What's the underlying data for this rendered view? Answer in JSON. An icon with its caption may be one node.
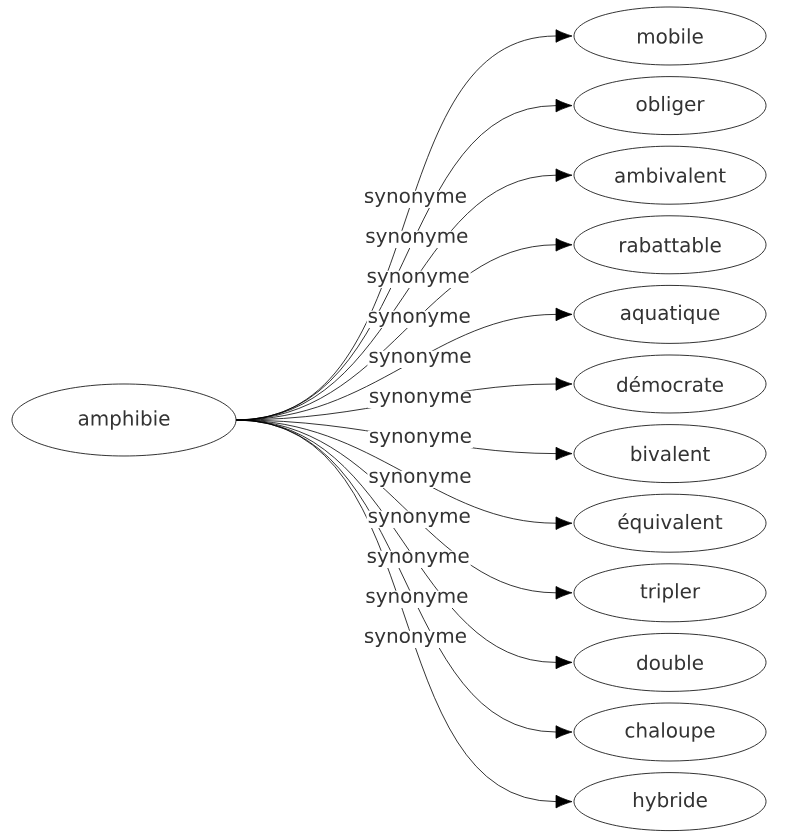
{
  "diagram": {
    "nodes": [
      {
        "text": [
          "amphibie"
        ]
      },
      {
        "text": [
          "mobile"
        ]
      },
      {
        "text": [
          "obliger"
        ]
      },
      {
        "text": [
          "ambivalent"
        ]
      },
      {
        "text": [
          "rabattable"
        ]
      },
      {
        "text": [
          "aquatique"
        ]
      },
      {
        "text": [
          "démocrate"
        ]
      },
      {
        "text": [
          "bivalent"
        ]
      },
      {
        "text": [
          "équivalent"
        ]
      },
      {
        "text": [
          "tripler"
        ]
      },
      {
        "text": [
          "double"
        ]
      },
      {
        "text": [
          "chaloupe"
        ]
      },
      {
        "text": [
          "hybride"
        ]
      }
    ],
    "edges": [
      {
        "from": 0,
        "to": 1,
        "arrow": "to",
        "label": "synonyme"
      },
      {
        "from": 0,
        "to": 2,
        "arrow": "to",
        "label": "synonyme"
      },
      {
        "from": 0,
        "to": 3,
        "arrow": "to",
        "label": "synonyme"
      },
      {
        "from": 0,
        "to": 4,
        "arrow": "to",
        "label": "synonyme"
      },
      {
        "from": 0,
        "to": 5,
        "arrow": "to",
        "label": "synonyme"
      },
      {
        "from": 0,
        "to": 6,
        "arrow": "to",
        "label": "synonyme"
      },
      {
        "from": 0,
        "to": 7,
        "arrow": "to",
        "label": "synonyme"
      },
      {
        "from": 0,
        "to": 8,
        "arrow": "to",
        "label": "synonyme"
      },
      {
        "from": 0,
        "to": 9,
        "arrow": "to",
        "label": "synonyme"
      },
      {
        "from": 0,
        "to": 10,
        "arrow": "to",
        "label": "synonyme"
      },
      {
        "from": 0,
        "to": 11,
        "arrow": "to",
        "label": "synonyme"
      },
      {
        "from": 0,
        "to": 12,
        "arrow": "to",
        "label": "synonyme"
      }
    ]
  }
}
